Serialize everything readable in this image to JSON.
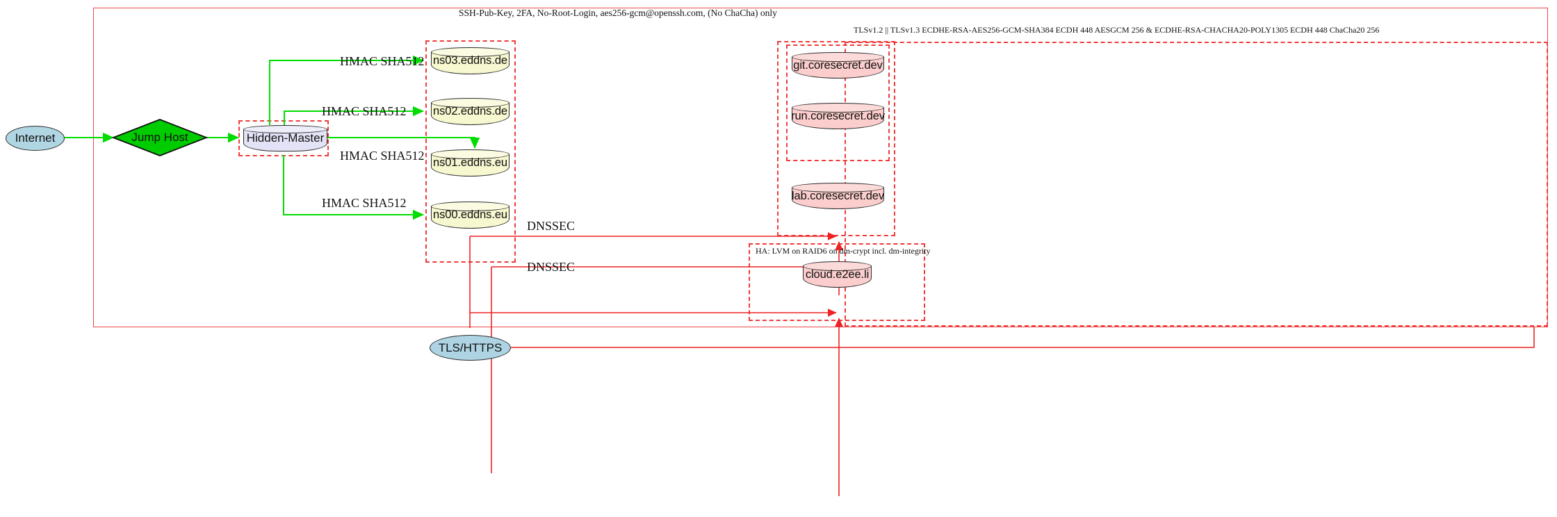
{
  "diagram": {
    "title_note": "SSH-Pub-Key, 2FA, No-Root-Login, aes256-gcm@openssh.com, (No ChaCha) only",
    "tls_note": "TLSv1.2 || TLSv1.3 ECDHE-RSA-AES256-GCM-SHA384 ECDH 448 AESGCM 256 & ECDHE-RSA-CHACHA20-POLY1305 ECDH 448 ChaCha20 256",
    "ha_note": "HA: LVM on RAID6 on dm-crypt incl. dm-integrity"
  },
  "nodes": {
    "internet": {
      "label": "Internet",
      "shape": "ellipse",
      "fill": "#b0d5e3"
    },
    "jump_host": {
      "label": "Jump Host",
      "shape": "diamond",
      "fill": "#00cc00"
    },
    "hidden_master": {
      "label": "Hidden-Master",
      "shape": "cylinder",
      "fill": "#e3e3f7"
    },
    "tls_https": {
      "label": "TLS/HTTPS",
      "shape": "ellipse",
      "fill": "#aed4e3"
    },
    "ns03": {
      "label": "ns03.eddns.de",
      "shape": "cylinder",
      "fill": "#f7f7d0"
    },
    "ns02": {
      "label": "ns02.eddns.de",
      "shape": "cylinder",
      "fill": "#f7f7d0"
    },
    "ns01": {
      "label": "ns01.eddns.eu",
      "shape": "cylinder",
      "fill": "#f7f7d0"
    },
    "ns00": {
      "label": "ns00.eddns.eu",
      "shape": "cylinder",
      "fill": "#f7f7d0"
    },
    "git": {
      "label": "git.coresecret.dev",
      "shape": "cylinder",
      "fill": "#fbcdcd"
    },
    "run": {
      "label": "run.coresecret.dev",
      "shape": "cylinder",
      "fill": "#fbcdcd"
    },
    "lab": {
      "label": "lab.coresecret.dev",
      "shape": "cylinder",
      "fill": "#fbcdcd"
    },
    "cloud": {
      "label": "cloud.e2ee.li",
      "shape": "cylinder",
      "fill": "#fbcdcd"
    }
  },
  "edges": {
    "hmac_ns03": "HMAC SHA512",
    "hmac_ns02": "HMAC SHA512",
    "hmac_ns01": "HMAC SHA512",
    "hmac_ns00": "HMAC SHA512",
    "dnssec_upper": "DNSSEC",
    "dnssec_lower": "DNSSEC"
  },
  "colors": {
    "cluster_border": "#ef3b3b",
    "green_edge": "#00dd00",
    "red_edge": "#ee2222",
    "dns_fill": "#f7f7d0",
    "web_fill": "#fbcdcd",
    "net_fill": "#b0d5e3",
    "jump_fill": "#00cc00",
    "master_fill": "#e3e3f7"
  }
}
